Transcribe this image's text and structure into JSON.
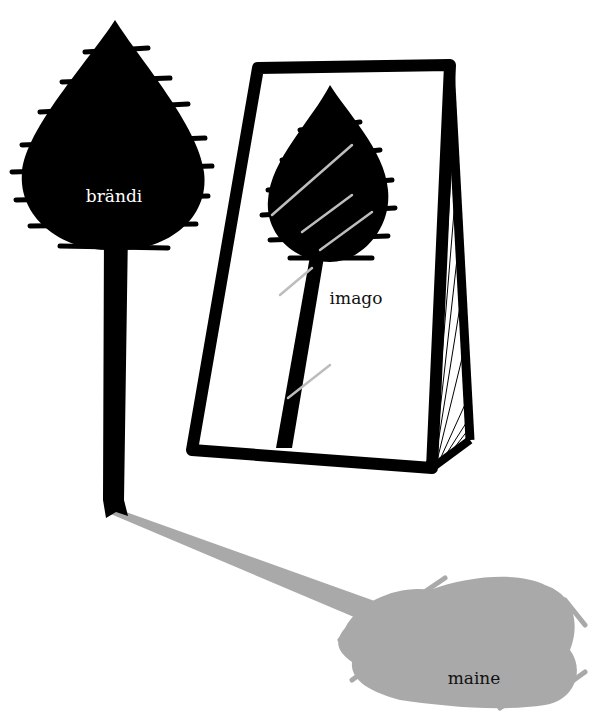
{
  "diagram": {
    "labels": [
      "brändi",
      "imago",
      "maine"
    ]
  }
}
